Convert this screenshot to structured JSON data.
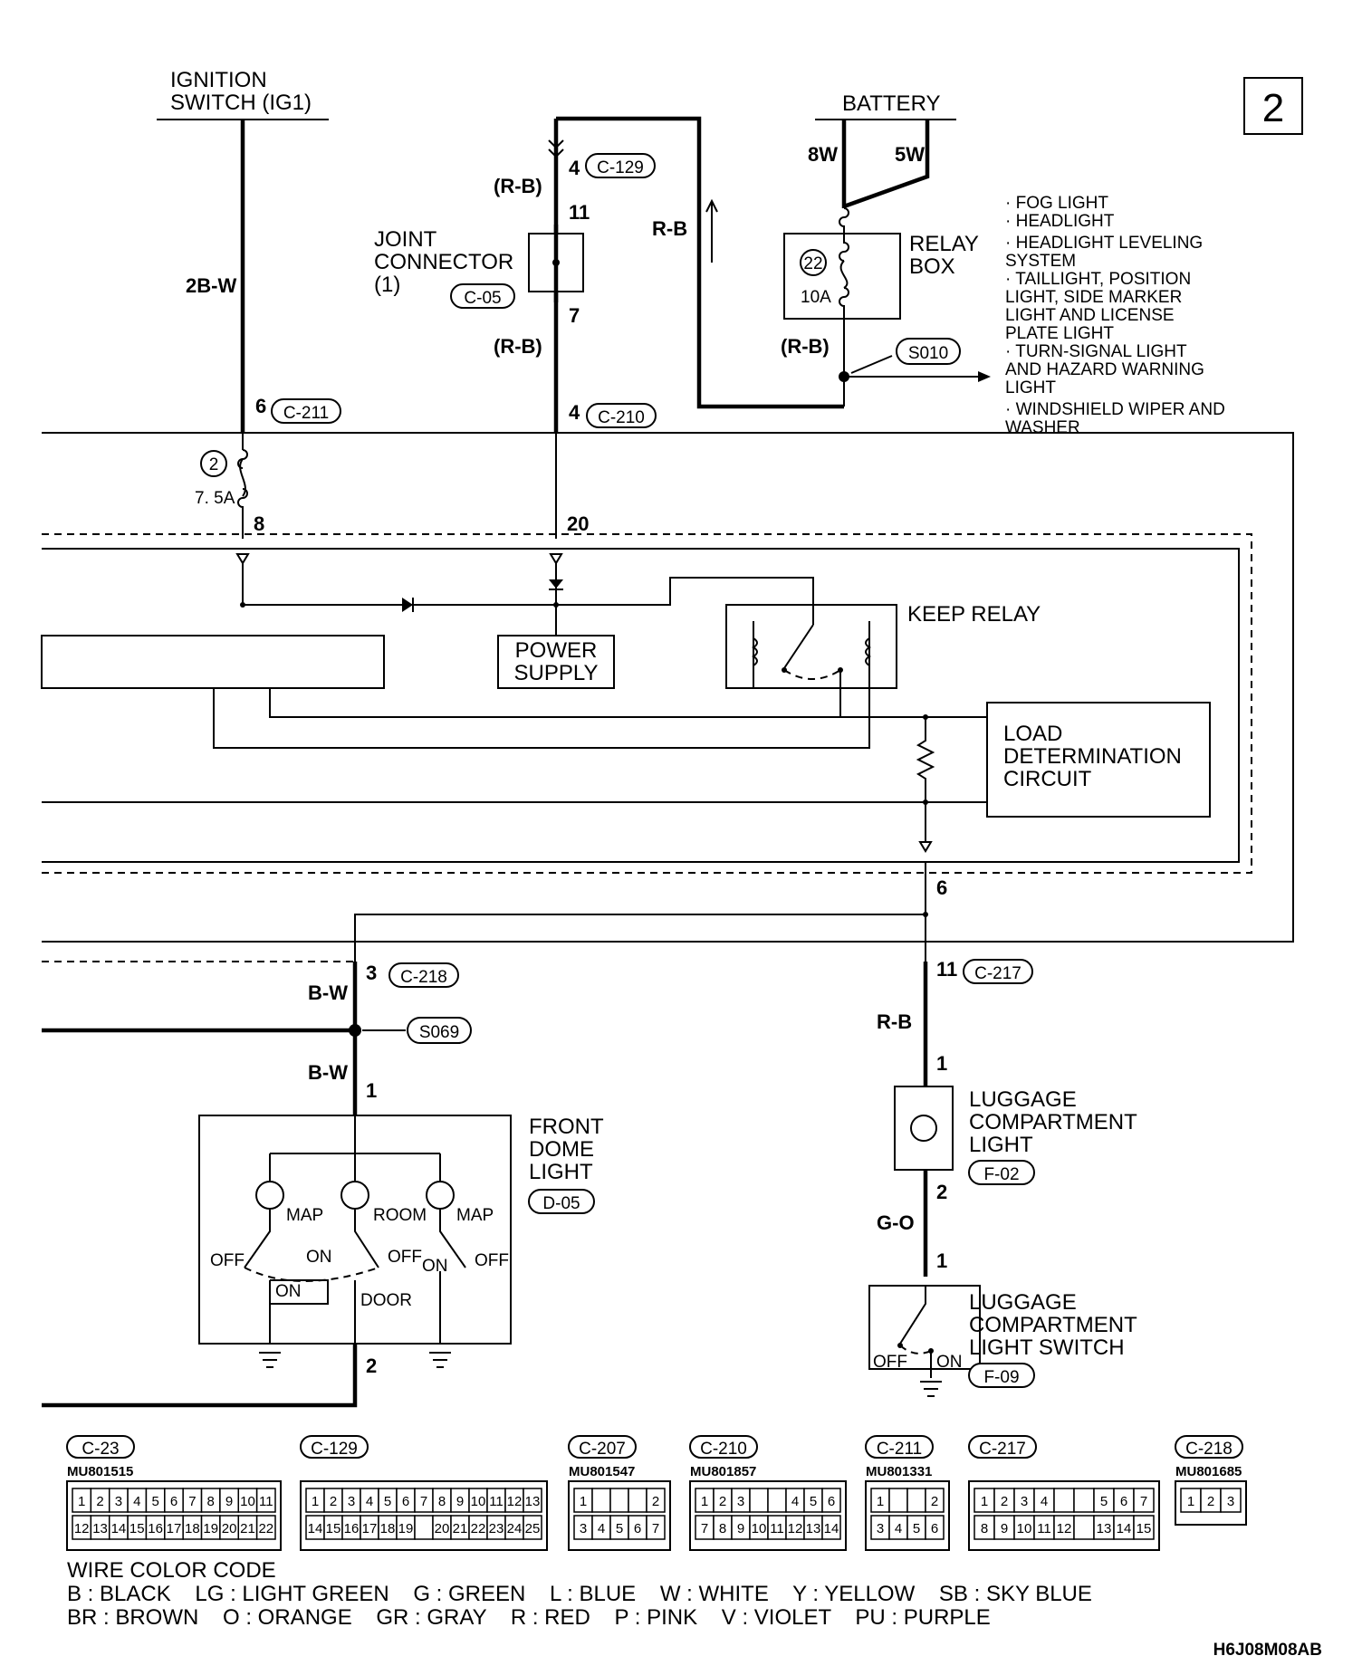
{
  "page_number": "2",
  "power_sources": {
    "ignition": [
      "IGNITION",
      "SWITCH (IG1)"
    ],
    "battery": "BATTERY",
    "battery_wires": [
      "8W",
      "5W"
    ]
  },
  "relay_box": {
    "label": [
      "RELAY",
      "BOX"
    ],
    "fuse_no": "22",
    "fuse_rating": "10A"
  },
  "feed_list": [
    "· FOG LIGHT",
    "· HEADLIGHT",
    "· HEADLIGHT LEVELING",
    "  SYSTEM",
    "· TAILLIGHT, POSITION",
    "  LIGHT, SIDE MARKER",
    "  LIGHT AND LICENSE",
    "  PLATE LIGHT",
    "· TURN-SIGNAL LIGHT",
    "  AND HAZARD WARNING",
    "  LIGHT",
    "· WINDSHIELD WIPER AND",
    "  WASHER"
  ],
  "splices": {
    "s010": "S010",
    "s069": "S069"
  },
  "joint_connector": {
    "label": [
      "JOINT",
      "CONNECTOR",
      "(1)"
    ],
    "code": "C-05"
  },
  "wire_labels": {
    "ig": "2B-W",
    "rb_top": "(R-B)",
    "rb_mid": "(R-B)",
    "rb_riser": "R-B",
    "rb_relay": "(R-B)",
    "bw_top": "B-W",
    "bw_bottom": "B-W",
    "rb_lug": "R-B",
    "go": "G-O"
  },
  "pins": {
    "c129": "4",
    "jc_in": "11",
    "jc_out": "7",
    "c211": "6",
    "c210": "4",
    "etacs_8": "8",
    "etacs_20": "20",
    "etacs_6": "6",
    "c218": "3",
    "c217": "11",
    "dome_1": "1",
    "dome_2": "2",
    "lug_1": "1",
    "lug_2": "2",
    "sw_1": "1"
  },
  "connector_tags": {
    "c129": "C-129",
    "c211": "C-211",
    "c210": "C-210",
    "c218": "C-218",
    "c217": "C-217",
    "d05": "D-05",
    "f02": "F-02",
    "f09": "F-09"
  },
  "fuse2": {
    "no": "2",
    "rating": "7. 5A"
  },
  "components": {
    "power_supply": [
      "POWER",
      "SUPPLY"
    ],
    "keep_relay": "KEEP RELAY",
    "load": [
      "LOAD",
      "DETERMINATION",
      "CIRCUIT"
    ],
    "front_dome": [
      "FRONT",
      "DOME",
      "LIGHT"
    ],
    "luggage_light": [
      "LUGGAGE",
      "COMPARTMENT",
      "LIGHT"
    ],
    "luggage_switch": [
      "LUGGAGE",
      "COMPARTMENT",
      "LIGHT SWITCH"
    ]
  },
  "dome_switch_labels": {
    "map_left": "MAP",
    "room": "ROOM",
    "map_right": "MAP",
    "off1": "OFF",
    "on1": "ON",
    "on_mid": "ON",
    "off2": "OFF",
    "door": "DOOR",
    "on2": "ON",
    "off3": "OFF"
  },
  "switch_labels": {
    "off": "OFF",
    "on": "ON"
  },
  "connector_views": [
    {
      "code": "C-23",
      "part": "MU801515",
      "rows": [
        [
          "1",
          "2",
          "3",
          "4",
          "5",
          "6",
          "7",
          "8",
          "9",
          "10",
          "11"
        ],
        [
          "12",
          "13",
          "14",
          "15",
          "16",
          "17",
          "18",
          "19",
          "20",
          "21",
          "22"
        ]
      ]
    },
    {
      "code": "C-129",
      "part": "",
      "rows": [
        [
          "1",
          "2",
          "3",
          "4",
          "5",
          "6",
          "7",
          "8",
          "9",
          "10",
          "11",
          "12",
          "13"
        ],
        [
          "14",
          "15",
          "16",
          "17",
          "18",
          "19",
          "",
          "20",
          "21",
          "22",
          "23",
          "24",
          "25"
        ]
      ]
    },
    {
      "code": "C-207",
      "part": "MU801547",
      "rows": [
        [
          "1",
          "",
          "",
          "",
          "2"
        ],
        [
          "3",
          "4",
          "5",
          "6",
          "7"
        ]
      ]
    },
    {
      "code": "C-210",
      "part": "MU801857",
      "rows": [
        [
          "1",
          "2",
          "3",
          "",
          "",
          "4",
          "5",
          "6"
        ],
        [
          "7",
          "8",
          "9",
          "10",
          "11",
          "12",
          "13",
          "14"
        ]
      ]
    },
    {
      "code": "C-211",
      "part": "MU801331",
      "rows": [
        [
          "1",
          "",
          "",
          "2"
        ],
        [
          "3",
          "4",
          "5",
          "6"
        ]
      ]
    },
    {
      "code": "C-217",
      "part": "",
      "rows": [
        [
          "1",
          "2",
          "3",
          "4",
          "",
          "",
          "5",
          "6",
          "7"
        ],
        [
          "8",
          "9",
          "10",
          "11",
          "12",
          "",
          "13",
          "14",
          "15"
        ]
      ]
    },
    {
      "code": "C-218",
      "part": "MU801685",
      "rows": [
        [
          "1",
          "2",
          "3"
        ]
      ]
    }
  ],
  "wire_color_code": {
    "title": "WIRE COLOR CODE",
    "line1": "B : BLACK    LG : LIGHT GREEN    G : GREEN    L : BLUE    W : WHITE    Y : YELLOW    SB : SKY BLUE",
    "line2": "BR : BROWN    O : ORANGE    GR : GRAY    R : RED    P : PINK    V : VIOLET    PU : PURPLE"
  },
  "figure_id": "H6J08M08AB"
}
